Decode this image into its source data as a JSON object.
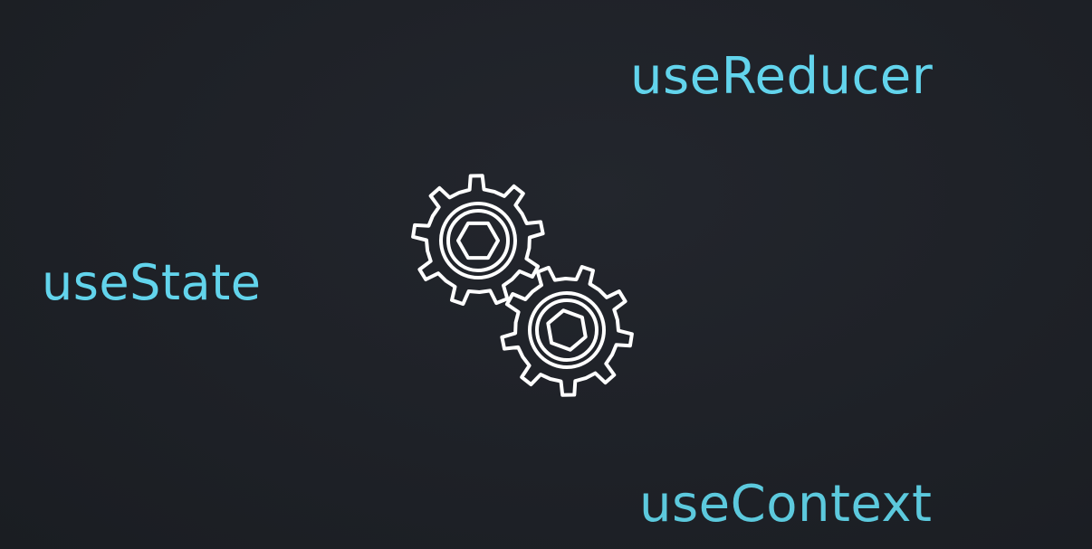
{
  "hooks": {
    "use_state": "useState",
    "use_reducer": "useReducer",
    "use_context": "useContext"
  },
  "illustration": {
    "icon": "gears-icon"
  },
  "colors": {
    "background": "#1e2127",
    "accent": "#62d4ec",
    "gear_stroke": "#ffffff"
  }
}
